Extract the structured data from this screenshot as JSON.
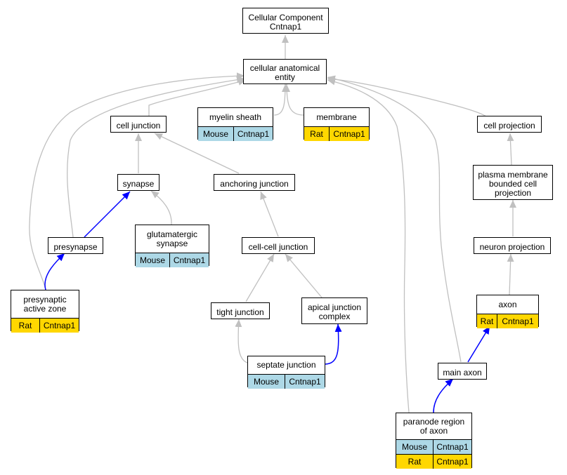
{
  "colors": {
    "edge": "#c0c0c0",
    "highlight_edge": "#0000ff",
    "mouse": "#add8e6",
    "rat": "#ffd700"
  },
  "nodes": {
    "root": {
      "label": "Cellular Component\nCntnap1"
    },
    "cae": {
      "label": "cellular anatomical\nentity"
    },
    "cell_junction": {
      "label": "cell junction"
    },
    "myelin_sheath": {
      "label": "myelin sheath",
      "species": "Mouse",
      "gene": "Cntnap1"
    },
    "membrane": {
      "label": "membrane",
      "species": "Rat",
      "gene": "Cntnap1"
    },
    "cell_projection": {
      "label": "cell projection"
    },
    "synapse": {
      "label": "synapse"
    },
    "anchoring_junction": {
      "label": "anchoring junction"
    },
    "pmbcp": {
      "label": "plasma membrane\nbounded cell\nprojection"
    },
    "presynapse": {
      "label": "presynapse"
    },
    "glutamatergic": {
      "label": "glutamatergic\nsynapse",
      "species": "Mouse",
      "gene": "Cntnap1"
    },
    "cell_cell_junction": {
      "label": "cell-cell junction"
    },
    "neuron_projection": {
      "label": "neuron projection"
    },
    "presyn_active_zone": {
      "label": "presynaptic\nactive zone",
      "species": "Rat",
      "gene": "Cntnap1"
    },
    "tight_junction": {
      "label": "tight junction"
    },
    "apical_junction": {
      "label": "apical junction\ncomplex"
    },
    "axon": {
      "label": "axon",
      "species": "Rat",
      "gene": "Cntnap1"
    },
    "septate_junction": {
      "label": "septate junction",
      "species": "Mouse",
      "gene": "Cntnap1"
    },
    "main_axon": {
      "label": "main axon"
    },
    "paranode": {
      "label": "paranode region\nof axon",
      "species": "Mouse",
      "gene": "Cntnap1",
      "species2": "Rat",
      "gene2": "Cntnap1"
    }
  }
}
